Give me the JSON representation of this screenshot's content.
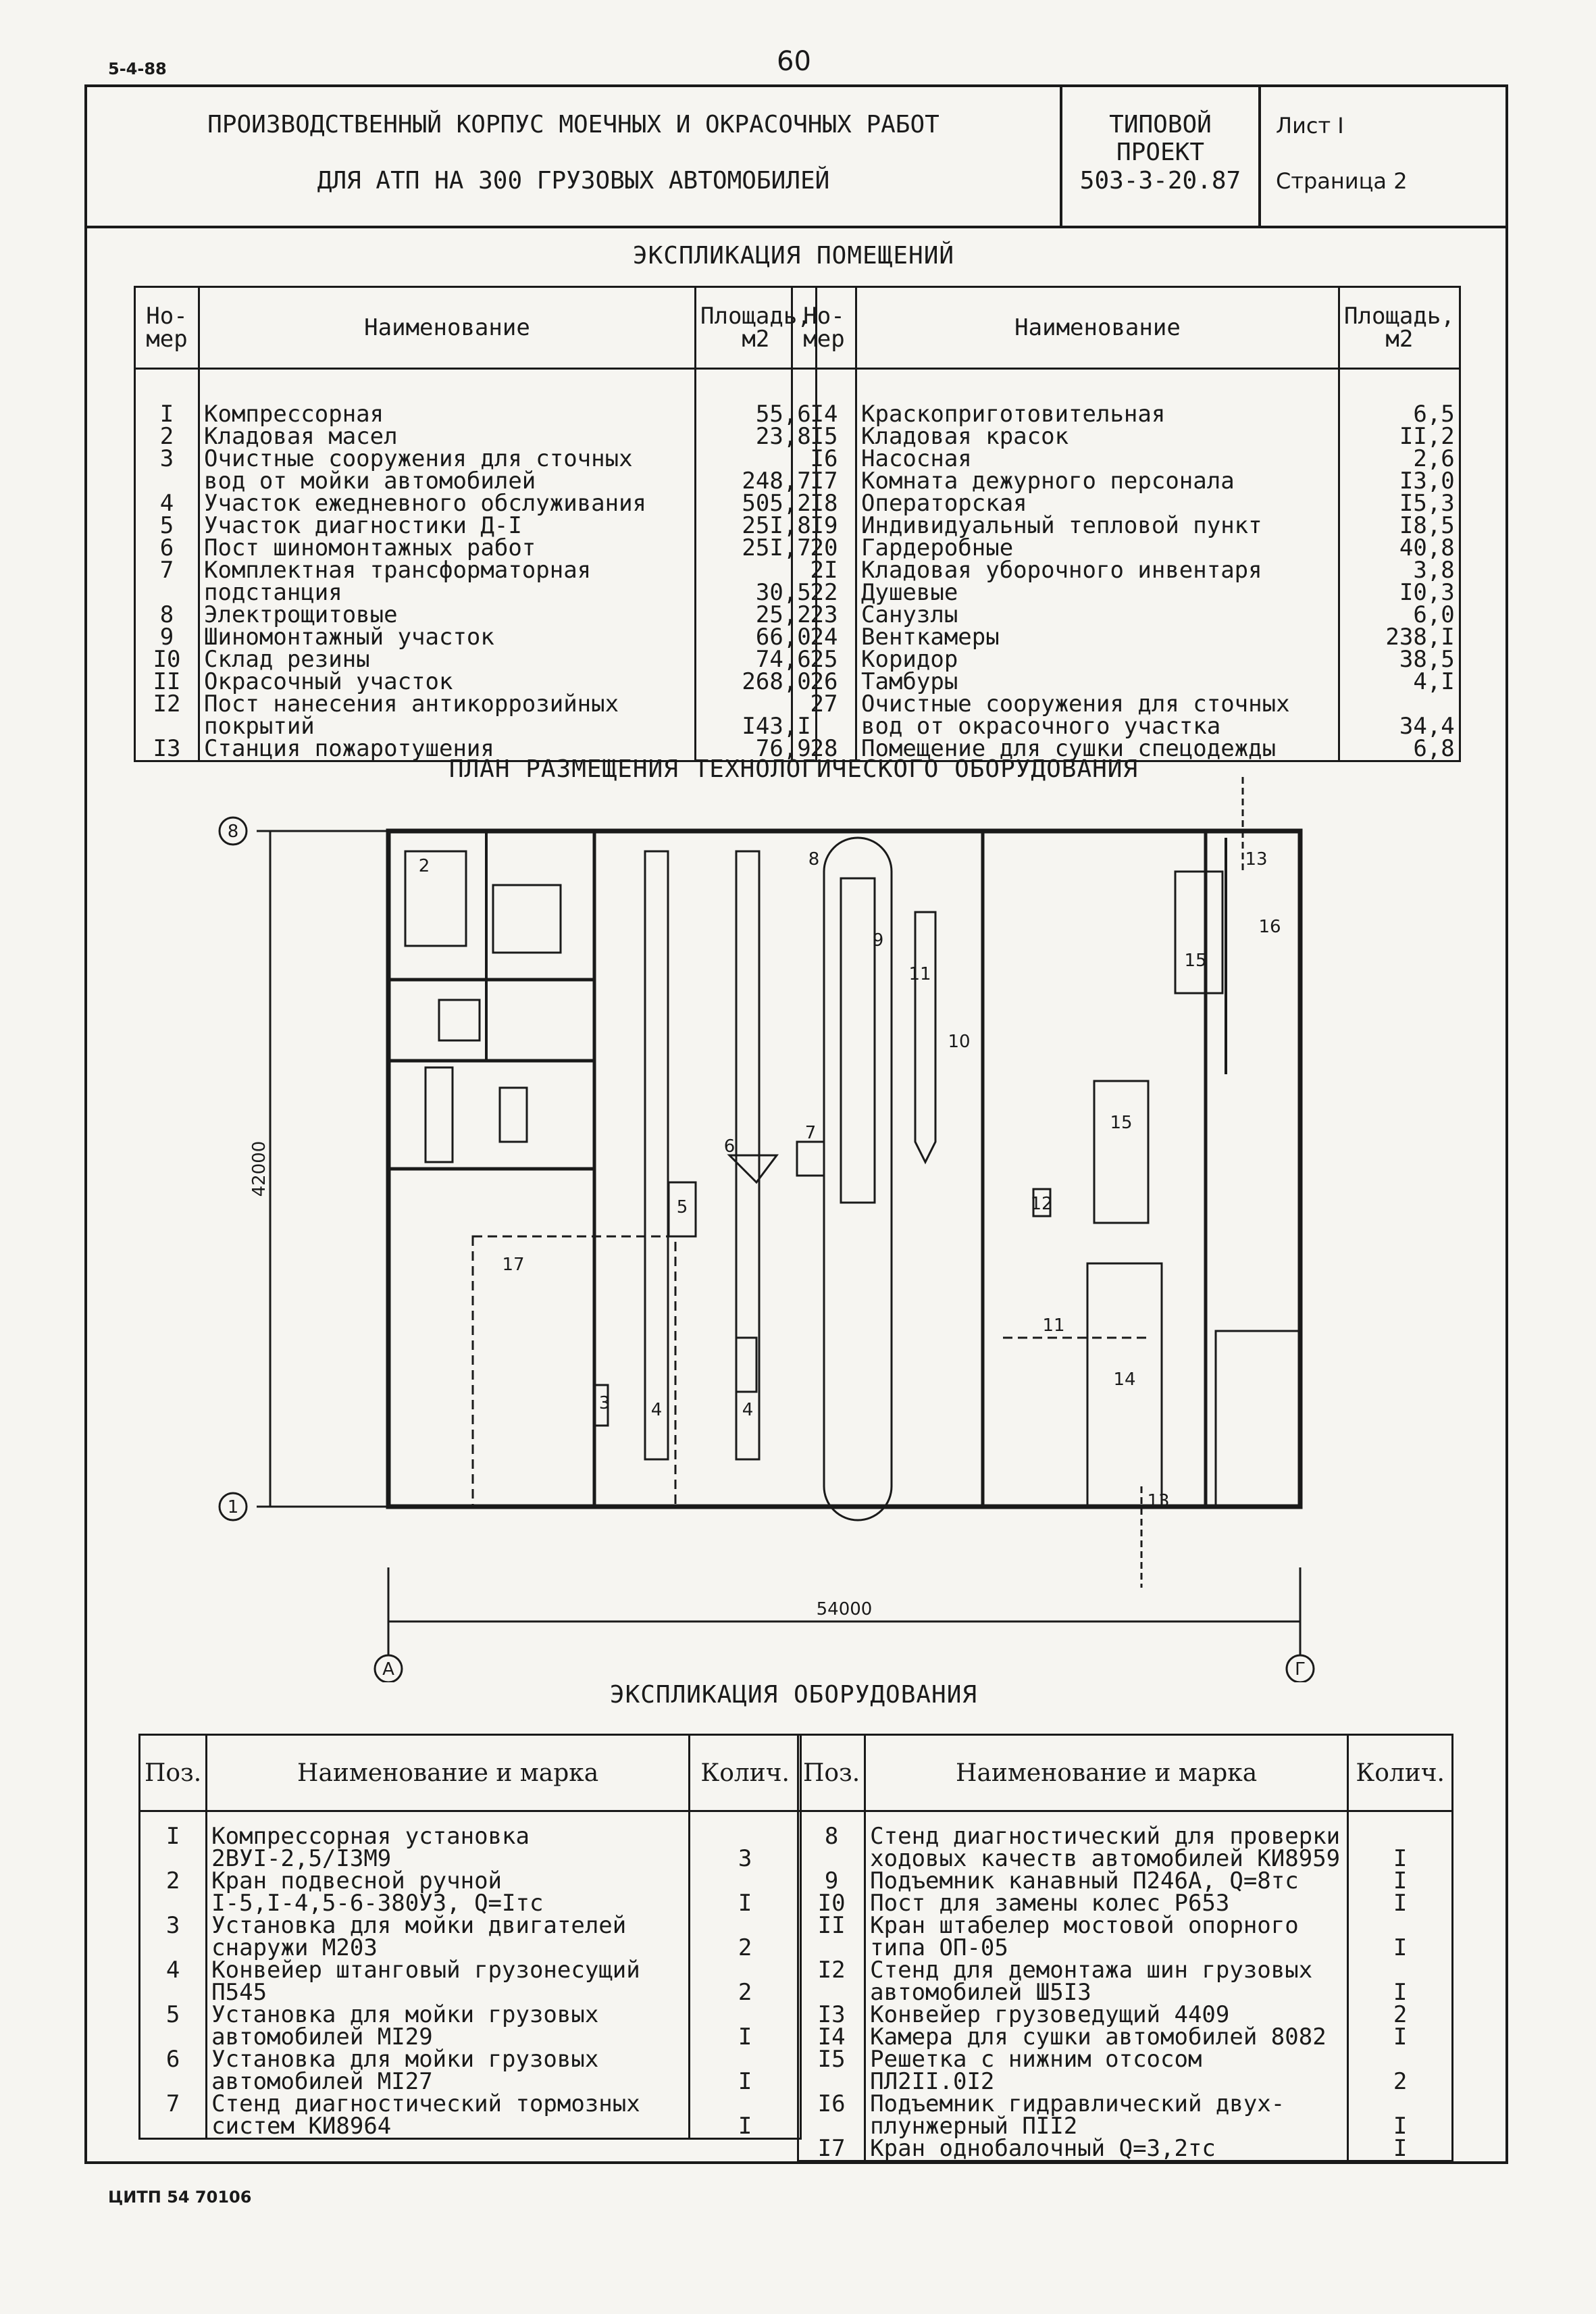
{
  "corner_code": "5-4-88",
  "page_number": "60",
  "title_block": {
    "title_line1": "ПРОИЗВОДСТВЕННЫЙ КОРПУС МОЕЧНЫХ И ОКРАСОЧНЫХ РАБОТ",
    "title_line2": "ДЛЯ АТП НА 300 ГРУЗОВЫХ АВТОМОБИЛЕЙ",
    "project_type": "ТИПОВОЙ ПРОЕКТ",
    "project_code": "503-3-20.87",
    "sheet": "Лист I",
    "page": "Страница 2"
  },
  "rooms": {
    "title": "ЭКСПЛИКАЦИЯ ПОМЕЩЕНИЙ",
    "headers": {
      "num": "Но- мер",
      "name": "Наименование",
      "area": "Площадь, м2"
    },
    "left": [
      {
        "num": "I",
        "name": "Компрессорная",
        "area": "55,6"
      },
      {
        "num": "2",
        "name": "Кладовая масел",
        "area": "23,8"
      },
      {
        "num": "3",
        "name": "Очистные сооружения для сточных",
        "area": ""
      },
      {
        "num": "",
        "name": "вод от мойки автомобилей",
        "area": "248,7"
      },
      {
        "num": "4",
        "name": "Участок ежедневного обслуживания",
        "area": "505,2"
      },
      {
        "num": "5",
        "name": "Участок диагностики Д-I",
        "area": "25I,8"
      },
      {
        "num": "6",
        "name": "Пост шиномонтажных работ",
        "area": "25I,7"
      },
      {
        "num": "7",
        "name": "Комплектная трансформаторная",
        "area": ""
      },
      {
        "num": "",
        "name": "подстанция",
        "area": "30,5"
      },
      {
        "num": "8",
        "name": "Электрощитовые",
        "area": "25,2"
      },
      {
        "num": "9",
        "name": "Шиномонтажный участок",
        "area": "66,0"
      },
      {
        "num": "I0",
        "name": "Склад резины",
        "area": "74,6"
      },
      {
        "num": "II",
        "name": "Окрасочный участок",
        "area": "268,0"
      },
      {
        "num": "I2",
        "name": "Пост нанесения антикоррозийных",
        "area": ""
      },
      {
        "num": "",
        "name": "покрытий",
        "area": "I43,I"
      },
      {
        "num": "I3",
        "name": "Станция пожаротушения",
        "area": "76,9"
      }
    ],
    "right": [
      {
        "num": "I4",
        "name": "Краскоприготовительная",
        "area": "6,5"
      },
      {
        "num": "I5",
        "name": "Кладовая красок",
        "area": "II,2"
      },
      {
        "num": "I6",
        "name": "Насосная",
        "area": "2,6"
      },
      {
        "num": "I7",
        "name": "Комната дежурного персонала",
        "area": "I3,0"
      },
      {
        "num": "I8",
        "name": "Операторская",
        "area": "I5,3"
      },
      {
        "num": "I9",
        "name": "Индивидуальный тепловой пункт",
        "area": "I8,5"
      },
      {
        "num": "20",
        "name": "Гардеробные",
        "area": "40,8"
      },
      {
        "num": "2I",
        "name": "Кладовая уборочного инвентаря",
        "area": "3,8"
      },
      {
        "num": "22",
        "name": "Душевые",
        "area": "I0,3"
      },
      {
        "num": "23",
        "name": "Санузлы",
        "area": "6,0"
      },
      {
        "num": "24",
        "name": "Венткамеры",
        "area": "238,I"
      },
      {
        "num": "25",
        "name": "Коридор",
        "area": "38,5"
      },
      {
        "num": "26",
        "name": "Тамбуры",
        "area": "4,I"
      },
      {
        "num": "27",
        "name": "Очистные сооружения для сточных",
        "area": ""
      },
      {
        "num": "",
        "name": "вод от окрасочного участка",
        "area": "34,4"
      },
      {
        "num": "28",
        "name": "Помещение для сушки спецодежды",
        "area": "6,8"
      }
    ]
  },
  "plan": {
    "title": "ПЛАН РАЗМЕЩЕНИЯ ТЕХНОЛОГИЧЕСКОГО ОБОРУДОВАНИЯ",
    "axis_8": "8",
    "axis_1": "1",
    "axis_A": "А",
    "axis_G": "Г",
    "dim_height": "42000",
    "dim_width": "54000",
    "labels": [
      "2",
      "3",
      "4",
      "4",
      "5",
      "6",
      "7",
      "8",
      "9",
      "10",
      "11",
      "11",
      "12",
      "13",
      "13",
      "14",
      "15",
      "15",
      "16",
      "17"
    ]
  },
  "equipment": {
    "title": "ЭКСПЛИКАЦИЯ ОБОРУДОВАНИЯ",
    "headers": {
      "pos": "Поз.",
      "name": "Наименование и марка",
      "qty": "Колич."
    },
    "left": [
      {
        "pos": "I",
        "name": "Компрессорная установка",
        "qty": ""
      },
      {
        "pos": "",
        "name": "2ВУI-2,5/I3М9",
        "qty": "3"
      },
      {
        "pos": "2",
        "name": "Кран подвесной ручной",
        "qty": ""
      },
      {
        "pos": "",
        "name": "I-5,I-4,5-6-380УЗ, Q=Iтс",
        "qty": "I"
      },
      {
        "pos": "3",
        "name": "Установка для мойки двигателей",
        "qty": ""
      },
      {
        "pos": "",
        "name": "снаружи М203",
        "qty": "2"
      },
      {
        "pos": "4",
        "name": "Конвейер штанговый грузонесущий",
        "qty": ""
      },
      {
        "pos": "",
        "name": "П545",
        "qty": "2"
      },
      {
        "pos": "5",
        "name": "Установка для мойки грузовых",
        "qty": ""
      },
      {
        "pos": "",
        "name": "автомобилей МI29",
        "qty": "I"
      },
      {
        "pos": "6",
        "name": "Установка для мойки грузовых",
        "qty": ""
      },
      {
        "pos": "",
        "name": "автомобилей МI27",
        "qty": "I"
      },
      {
        "pos": "7",
        "name": "Стенд диагностический тормозных",
        "qty": ""
      },
      {
        "pos": "",
        "name": "систем КИ8964",
        "qty": "I"
      }
    ],
    "right": [
      {
        "pos": "8",
        "name": "Стенд диагностический для проверки",
        "qty": ""
      },
      {
        "pos": "",
        "name": "ходовых качеств автомобилей КИ8959",
        "qty": "I"
      },
      {
        "pos": "9",
        "name": "Подъемник канавный П246А, Q=8тс",
        "qty": "I"
      },
      {
        "pos": "I0",
        "name": "Пост для замены колес Р653",
        "qty": "I"
      },
      {
        "pos": "II",
        "name": "Кран штабелер мостовой опорного",
        "qty": ""
      },
      {
        "pos": "",
        "name": "типа ОП-05",
        "qty": "I"
      },
      {
        "pos": "I2",
        "name": "Стенд для демонтажа шин грузовых",
        "qty": ""
      },
      {
        "pos": "",
        "name": "автомобилей Ш5I3",
        "qty": "I"
      },
      {
        "pos": "I3",
        "name": "Конвейер грузоведущий 4409",
        "qty": "2"
      },
      {
        "pos": "I4",
        "name": "Камера для сушки автомобилей 8082",
        "qty": "I"
      },
      {
        "pos": "I5",
        "name": "Решетка с нижним отсосом",
        "qty": ""
      },
      {
        "pos": "",
        "name": "ПЛ2II.0I2",
        "qty": "2"
      },
      {
        "pos": "I6",
        "name": "Подъемник гидравлический двух-",
        "qty": ""
      },
      {
        "pos": "",
        "name": "плунжерный ПII2",
        "qty": "I"
      },
      {
        "pos": "I7",
        "name": "Кран однобалочный Q=3,2тс",
        "qty": "I"
      }
    ]
  },
  "footer": "ЦИТП 54 70106"
}
